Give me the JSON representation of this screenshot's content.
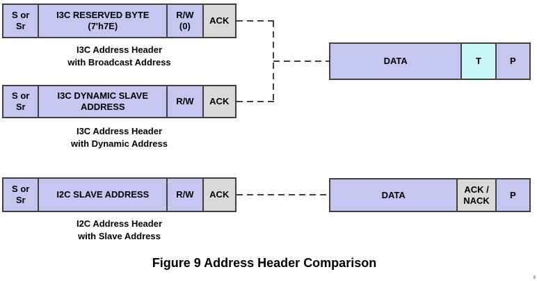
{
  "figure_title": "Figure 9 Address Header Comparison",
  "colors": {
    "field_purple": "#c6c7f0",
    "field_cyan": "#c9f6f6",
    "field_gray": "#d9d9d9",
    "border": "#404040"
  },
  "headers": [
    {
      "cells": {
        "start": "S or\nSr",
        "address": "I3C RESERVED BYTE\n(7'h7E)",
        "rw": "R/W\n(0)",
        "ack": "ACK"
      },
      "caption": "I3C Address Header\nwith Broadcast Address"
    },
    {
      "cells": {
        "start": "S or\nSr",
        "address": "I3C DYNAMIC SLAVE\nADDRESS",
        "rw": "R/W",
        "ack": "ACK"
      },
      "caption": "I3C Address Header\nwith Dynamic Address"
    },
    {
      "cells": {
        "start": "S or\nSr",
        "address": "I2C SLAVE ADDRESS",
        "rw": "R/W",
        "ack": "ACK"
      },
      "caption": "I2C Address Header\nwith Slave Address"
    }
  ],
  "data_frames": [
    {
      "cells": {
        "data": "DATA",
        "t": "T",
        "p": "P"
      }
    },
    {
      "cells": {
        "data": "DATA",
        "ack_nack": "ACK /\nNACK",
        "p": "P"
      }
    }
  ]
}
